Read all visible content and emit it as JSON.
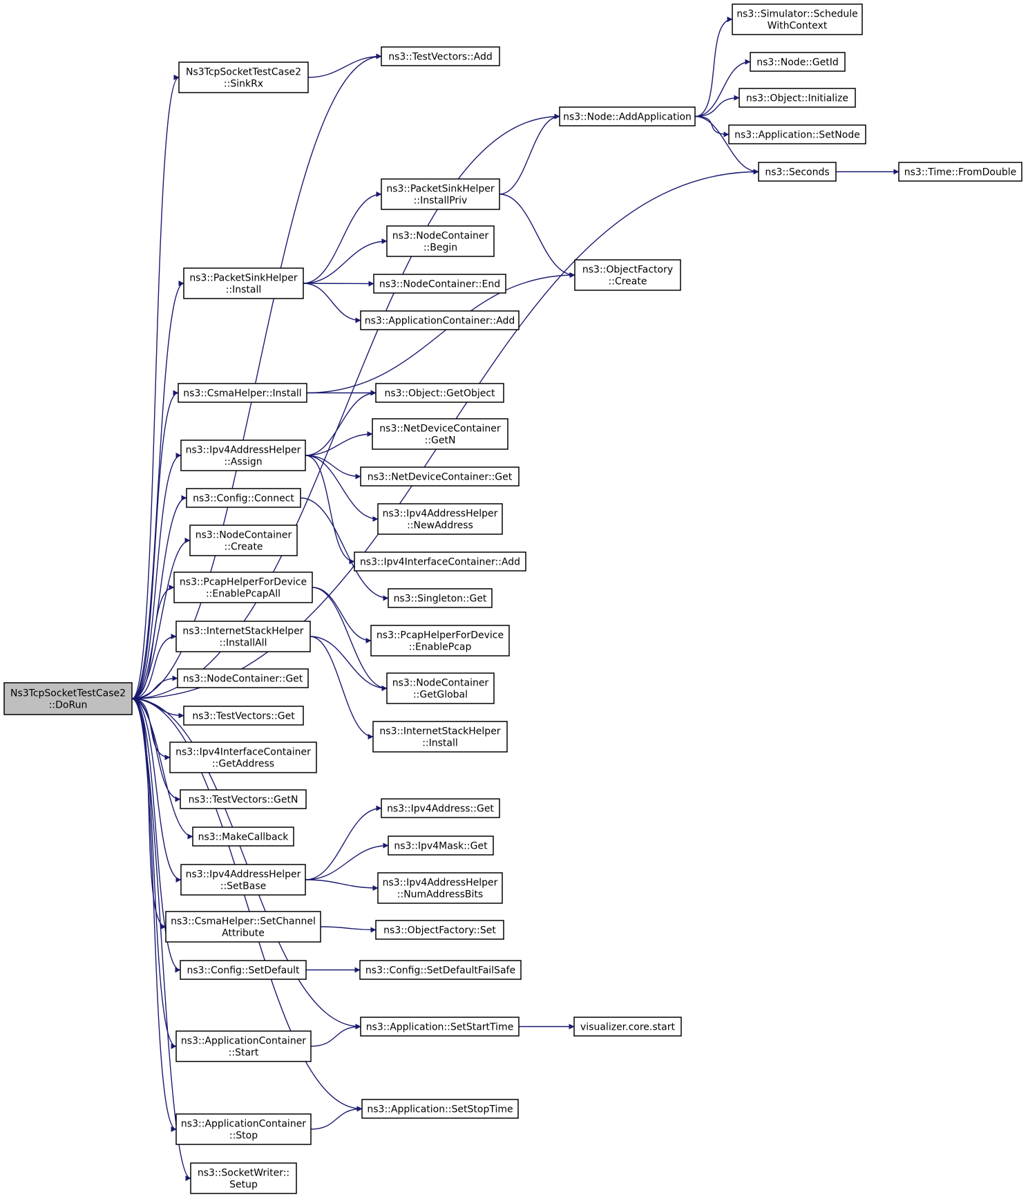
{
  "colors": {
    "edge": "#191970",
    "root_fill": "#bfbfbf",
    "node_fill": "#ffffff",
    "plain_border": "#000000",
    "red_border": "#ff0000"
  },
  "nodes": {
    "root": {
      "lines": [
        "Ns3TcpSocketTestCase2",
        "::DoRun"
      ],
      "border": "plain",
      "root": true
    },
    "sinkrx": {
      "lines": [
        "Ns3TcpSocketTestCase2",
        "::SinkRx"
      ],
      "border": "red"
    },
    "tv_add": {
      "lines": [
        "ns3::TestVectors::Add"
      ],
      "border": "plain"
    },
    "node_addapp": {
      "lines": [
        "ns3::Node::AddApplication"
      ],
      "border": "plain"
    },
    "sim_schedule": {
      "lines": [
        "ns3::Simulator::Schedule",
        "WithContext"
      ],
      "border": "red"
    },
    "node_getid": {
      "lines": [
        "ns3::Node::GetId"
      ],
      "border": "plain"
    },
    "obj_init": {
      "lines": [
        "ns3::Object::Initialize"
      ],
      "border": "red"
    },
    "app_setnode": {
      "lines": [
        "ns3::Application::SetNode"
      ],
      "border": "plain"
    },
    "seconds": {
      "lines": [
        "ns3::Seconds"
      ],
      "border": "plain"
    },
    "time_fromdbl": {
      "lines": [
        "ns3::Time::FromDouble"
      ],
      "border": "red"
    },
    "psh_installpriv": {
      "lines": [
        "ns3::PacketSinkHelper",
        "::InstallPriv"
      ],
      "border": "plain"
    },
    "nc_begin": {
      "lines": [
        "ns3::NodeContainer",
        "::Begin"
      ],
      "border": "plain"
    },
    "nc_end": {
      "lines": [
        "ns3::NodeContainer::End"
      ],
      "border": "plain"
    },
    "ac_add": {
      "lines": [
        "ns3::ApplicationContainer::Add"
      ],
      "border": "red"
    },
    "psh_install": {
      "lines": [
        "ns3::PacketSinkHelper",
        "::Install"
      ],
      "border": "plain"
    },
    "of_create": {
      "lines": [
        "ns3::ObjectFactory",
        "::Create"
      ],
      "border": "red"
    },
    "csma_install": {
      "lines": [
        "ns3::CsmaHelper::Install"
      ],
      "border": "plain"
    },
    "obj_getobject": {
      "lines": [
        "ns3::Object::GetObject"
      ],
      "border": "red"
    },
    "ipv4ah_assign": {
      "lines": [
        "ns3::Ipv4AddressHelper",
        "::Assign"
      ],
      "border": "plain"
    },
    "ndc_getn": {
      "lines": [
        "ns3::NetDeviceContainer",
        "::GetN"
      ],
      "border": "plain"
    },
    "ndc_get": {
      "lines": [
        "ns3::NetDeviceContainer::Get"
      ],
      "border": "plain"
    },
    "ipv4ah_newaddr": {
      "lines": [
        "ns3::Ipv4AddressHelper",
        "::NewAddress"
      ],
      "border": "red"
    },
    "ipv4ic_add": {
      "lines": [
        "ns3::Ipv4InterfaceContainer::Add"
      ],
      "border": "plain"
    },
    "cfg_connect": {
      "lines": [
        "ns3::Config::Connect"
      ],
      "border": "plain"
    },
    "singleton_get": {
      "lines": [
        "ns3::Singleton::Get"
      ],
      "border": "plain"
    },
    "nc_create": {
      "lines": [
        "ns3::NodeContainer",
        "::Create"
      ],
      "border": "plain"
    },
    "pcap_all": {
      "lines": [
        "ns3::PcapHelperForDevice",
        "::EnablePcapAll"
      ],
      "border": "plain"
    },
    "pcap_enable": {
      "lines": [
        "ns3::PcapHelperForDevice",
        "::EnablePcap"
      ],
      "border": "red"
    },
    "ish_installall": {
      "lines": [
        "ns3::InternetStackHelper",
        "::InstallAll"
      ],
      "border": "plain"
    },
    "nc_getglobal": {
      "lines": [
        "ns3::NodeContainer",
        "::GetGlobal"
      ],
      "border": "red"
    },
    "ish_install": {
      "lines": [
        "ns3::InternetStackHelper",
        "::Install"
      ],
      "border": "plain"
    },
    "nc_get": {
      "lines": [
        "ns3::NodeContainer::Get"
      ],
      "border": "plain"
    },
    "tv_get": {
      "lines": [
        "ns3::TestVectors::Get"
      ],
      "border": "plain"
    },
    "ipv4ic_getaddr": {
      "lines": [
        "ns3::Ipv4InterfaceContainer",
        "::GetAddress"
      ],
      "border": "plain"
    },
    "tv_getn": {
      "lines": [
        "ns3::TestVectors::GetN"
      ],
      "border": "plain"
    },
    "makecallback": {
      "lines": [
        "ns3::MakeCallback"
      ],
      "border": "plain"
    },
    "ipv4addr_get": {
      "lines": [
        "ns3::Ipv4Address::Get"
      ],
      "border": "plain"
    },
    "ipv4mask_get": {
      "lines": [
        "ns3::Ipv4Mask::Get"
      ],
      "border": "plain"
    },
    "ipv4ah_setbase": {
      "lines": [
        "ns3::Ipv4AddressHelper",
        "::SetBase"
      ],
      "border": "plain"
    },
    "ipv4ah_numbits": {
      "lines": [
        "ns3::Ipv4AddressHelper",
        "::NumAddressBits"
      ],
      "border": "plain"
    },
    "csma_setchan": {
      "lines": [
        "ns3::CsmaHelper::SetChannel",
        "Attribute"
      ],
      "border": "plain"
    },
    "of_set": {
      "lines": [
        "ns3::ObjectFactory::Set"
      ],
      "border": "red"
    },
    "cfg_setdefault": {
      "lines": [
        "ns3::Config::SetDefault"
      ],
      "border": "plain"
    },
    "cfg_failsafe": {
      "lines": [
        "ns3::Config::SetDefaultFailSafe"
      ],
      "border": "red"
    },
    "app_setstart": {
      "lines": [
        "ns3::Application::SetStartTime"
      ],
      "border": "plain"
    },
    "viz_start": {
      "lines": [
        "visualizer.core.start"
      ],
      "border": "red"
    },
    "ac_start": {
      "lines": [
        "ns3::ApplicationContainer",
        "::Start"
      ],
      "border": "red"
    },
    "app_setstop": {
      "lines": [
        "ns3::Application::SetStopTime"
      ],
      "border": "plain"
    },
    "ac_stop": {
      "lines": [
        "ns3::ApplicationContainer",
        "::Stop"
      ],
      "border": "red"
    },
    "sockwriter": {
      "lines": [
        "ns3::SocketWriter::",
        "Setup"
      ],
      "border": "plain"
    }
  },
  "edges": [
    [
      "root",
      "tv_add"
    ],
    [
      "root",
      "sinkrx"
    ],
    [
      "sinkrx",
      "tv_add"
    ],
    [
      "root",
      "node_addapp"
    ],
    [
      "root",
      "seconds"
    ],
    [
      "root",
      "psh_install"
    ],
    [
      "root",
      "csma_install"
    ],
    [
      "root",
      "ipv4ah_assign"
    ],
    [
      "root",
      "cfg_connect"
    ],
    [
      "root",
      "nc_create"
    ],
    [
      "root",
      "pcap_all"
    ],
    [
      "root",
      "ish_installall"
    ],
    [
      "root",
      "nc_get"
    ],
    [
      "root",
      "tv_get"
    ],
    [
      "root",
      "ipv4ic_getaddr"
    ],
    [
      "root",
      "tv_getn"
    ],
    [
      "root",
      "makecallback"
    ],
    [
      "root",
      "ipv4ah_setbase"
    ],
    [
      "root",
      "csma_setchan"
    ],
    [
      "root",
      "cfg_setdefault"
    ],
    [
      "root",
      "app_setstart"
    ],
    [
      "root",
      "ac_start"
    ],
    [
      "root",
      "app_setstop"
    ],
    [
      "root",
      "ac_stop"
    ],
    [
      "root",
      "sockwriter"
    ],
    [
      "node_addapp",
      "sim_schedule"
    ],
    [
      "node_addapp",
      "node_getid"
    ],
    [
      "node_addapp",
      "obj_init"
    ],
    [
      "node_addapp",
      "app_setnode"
    ],
    [
      "node_addapp",
      "seconds"
    ],
    [
      "seconds",
      "time_fromdbl"
    ],
    [
      "psh_installpriv",
      "node_addapp"
    ],
    [
      "psh_installpriv",
      "of_create"
    ],
    [
      "psh_install",
      "psh_installpriv"
    ],
    [
      "psh_install",
      "nc_begin"
    ],
    [
      "psh_install",
      "nc_end"
    ],
    [
      "psh_install",
      "ac_add"
    ],
    [
      "csma_install",
      "of_create"
    ],
    [
      "csma_install",
      "obj_getobject"
    ],
    [
      "ipv4ah_assign",
      "obj_getobject"
    ],
    [
      "ipv4ah_assign",
      "ndc_getn"
    ],
    [
      "ipv4ah_assign",
      "ndc_get"
    ],
    [
      "ipv4ah_assign",
      "ipv4ah_newaddr"
    ],
    [
      "ipv4ah_assign",
      "ipv4ic_add"
    ],
    [
      "cfg_connect",
      "singleton_get"
    ],
    [
      "pcap_all",
      "pcap_enable"
    ],
    [
      "pcap_all",
      "nc_getglobal"
    ],
    [
      "ish_installall",
      "nc_getglobal"
    ],
    [
      "ish_installall",
      "ish_install"
    ],
    [
      "ipv4ah_setbase",
      "ipv4addr_get"
    ],
    [
      "ipv4ah_setbase",
      "ipv4mask_get"
    ],
    [
      "ipv4ah_setbase",
      "ipv4ah_numbits"
    ],
    [
      "csma_setchan",
      "of_set"
    ],
    [
      "cfg_setdefault",
      "cfg_failsafe"
    ],
    [
      "app_setstart",
      "viz_start"
    ],
    [
      "ac_start",
      "app_setstart"
    ],
    [
      "ac_stop",
      "app_setstop"
    ]
  ]
}
